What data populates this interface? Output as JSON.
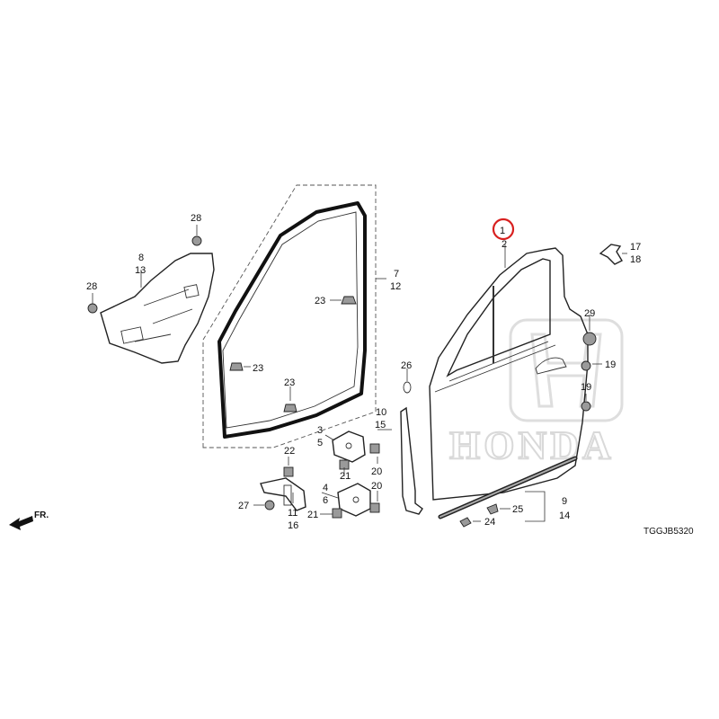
{
  "diagram": {
    "code": "TGGJB5320",
    "direction_label": "FR.",
    "watermark": "HONDA",
    "highlighted_part": "1",
    "callouts": {
      "c1": "1",
      "c2": "2",
      "c3": "3",
      "c4": "4",
      "c5": "5",
      "c6": "6",
      "c7": "7",
      "c8": "8",
      "c9": "9",
      "c10": "10",
      "c11": "11",
      "c12": "12",
      "c13": "13",
      "c14": "14",
      "c15": "15",
      "c16": "16",
      "c17": "17",
      "c18": "18",
      "c19": "19",
      "c20": "20",
      "c21": "21",
      "c22": "22",
      "c23": "23",
      "c24": "24",
      "c25": "25",
      "c26": "26",
      "c27": "27",
      "c28": "28",
      "c29": "29"
    }
  }
}
